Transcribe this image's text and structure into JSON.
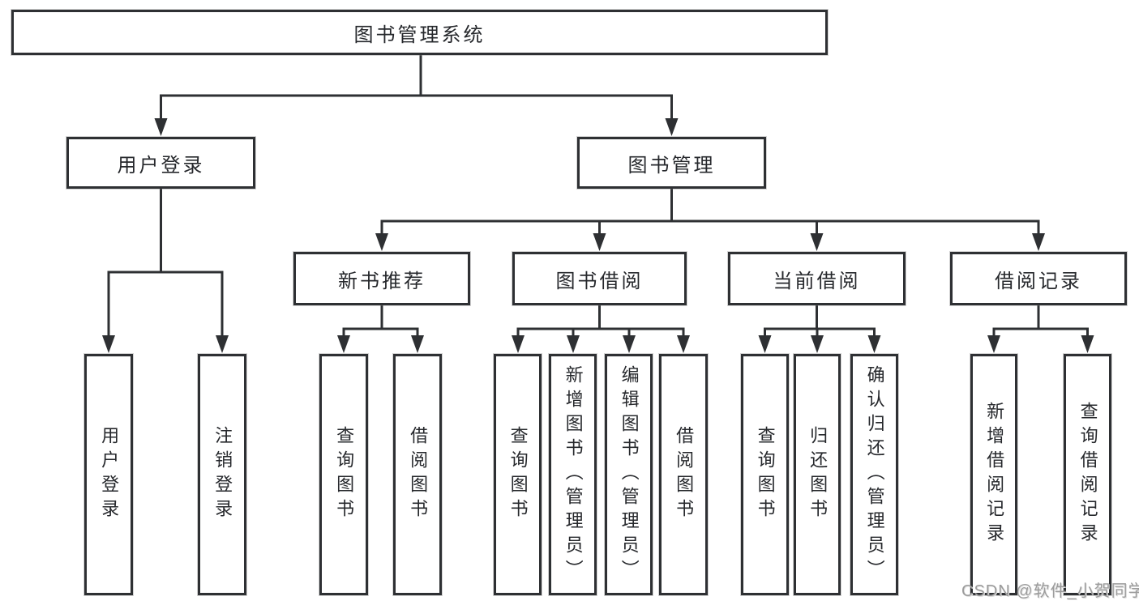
{
  "diagram": {
    "root": {
      "label": "图书管理系统"
    },
    "branches": [
      {
        "label": "用户登录",
        "children": [
          {
            "label": "用户登录"
          },
          {
            "label": "注销登录"
          }
        ]
      },
      {
        "label": "图书管理",
        "children": [
          {
            "label": "新书推荐",
            "children": [
              {
                "label": "查询图书"
              },
              {
                "label": "借阅图书"
              }
            ]
          },
          {
            "label": "图书借阅",
            "children": [
              {
                "label": "查询图书"
              },
              {
                "label": "新增图书（管理员）"
              },
              {
                "label": "编辑图书（管理员）"
              },
              {
                "label": "借阅图书"
              }
            ]
          },
          {
            "label": "当前借阅",
            "children": [
              {
                "label": "查询图书"
              },
              {
                "label": "归还图书"
              },
              {
                "label": "确认归还（管理员）"
              }
            ]
          },
          {
            "label": "借阅记录",
            "children": [
              {
                "label": "新增借阅记录"
              },
              {
                "label": "查询借阅记录"
              }
            ]
          }
        ]
      }
    ]
  },
  "watermark": {
    "text": "CSDN @软件_小贺同学"
  },
  "colors": {
    "line": "#2e3033",
    "text": "#26282c",
    "watermark": "#9c9c9c"
  }
}
